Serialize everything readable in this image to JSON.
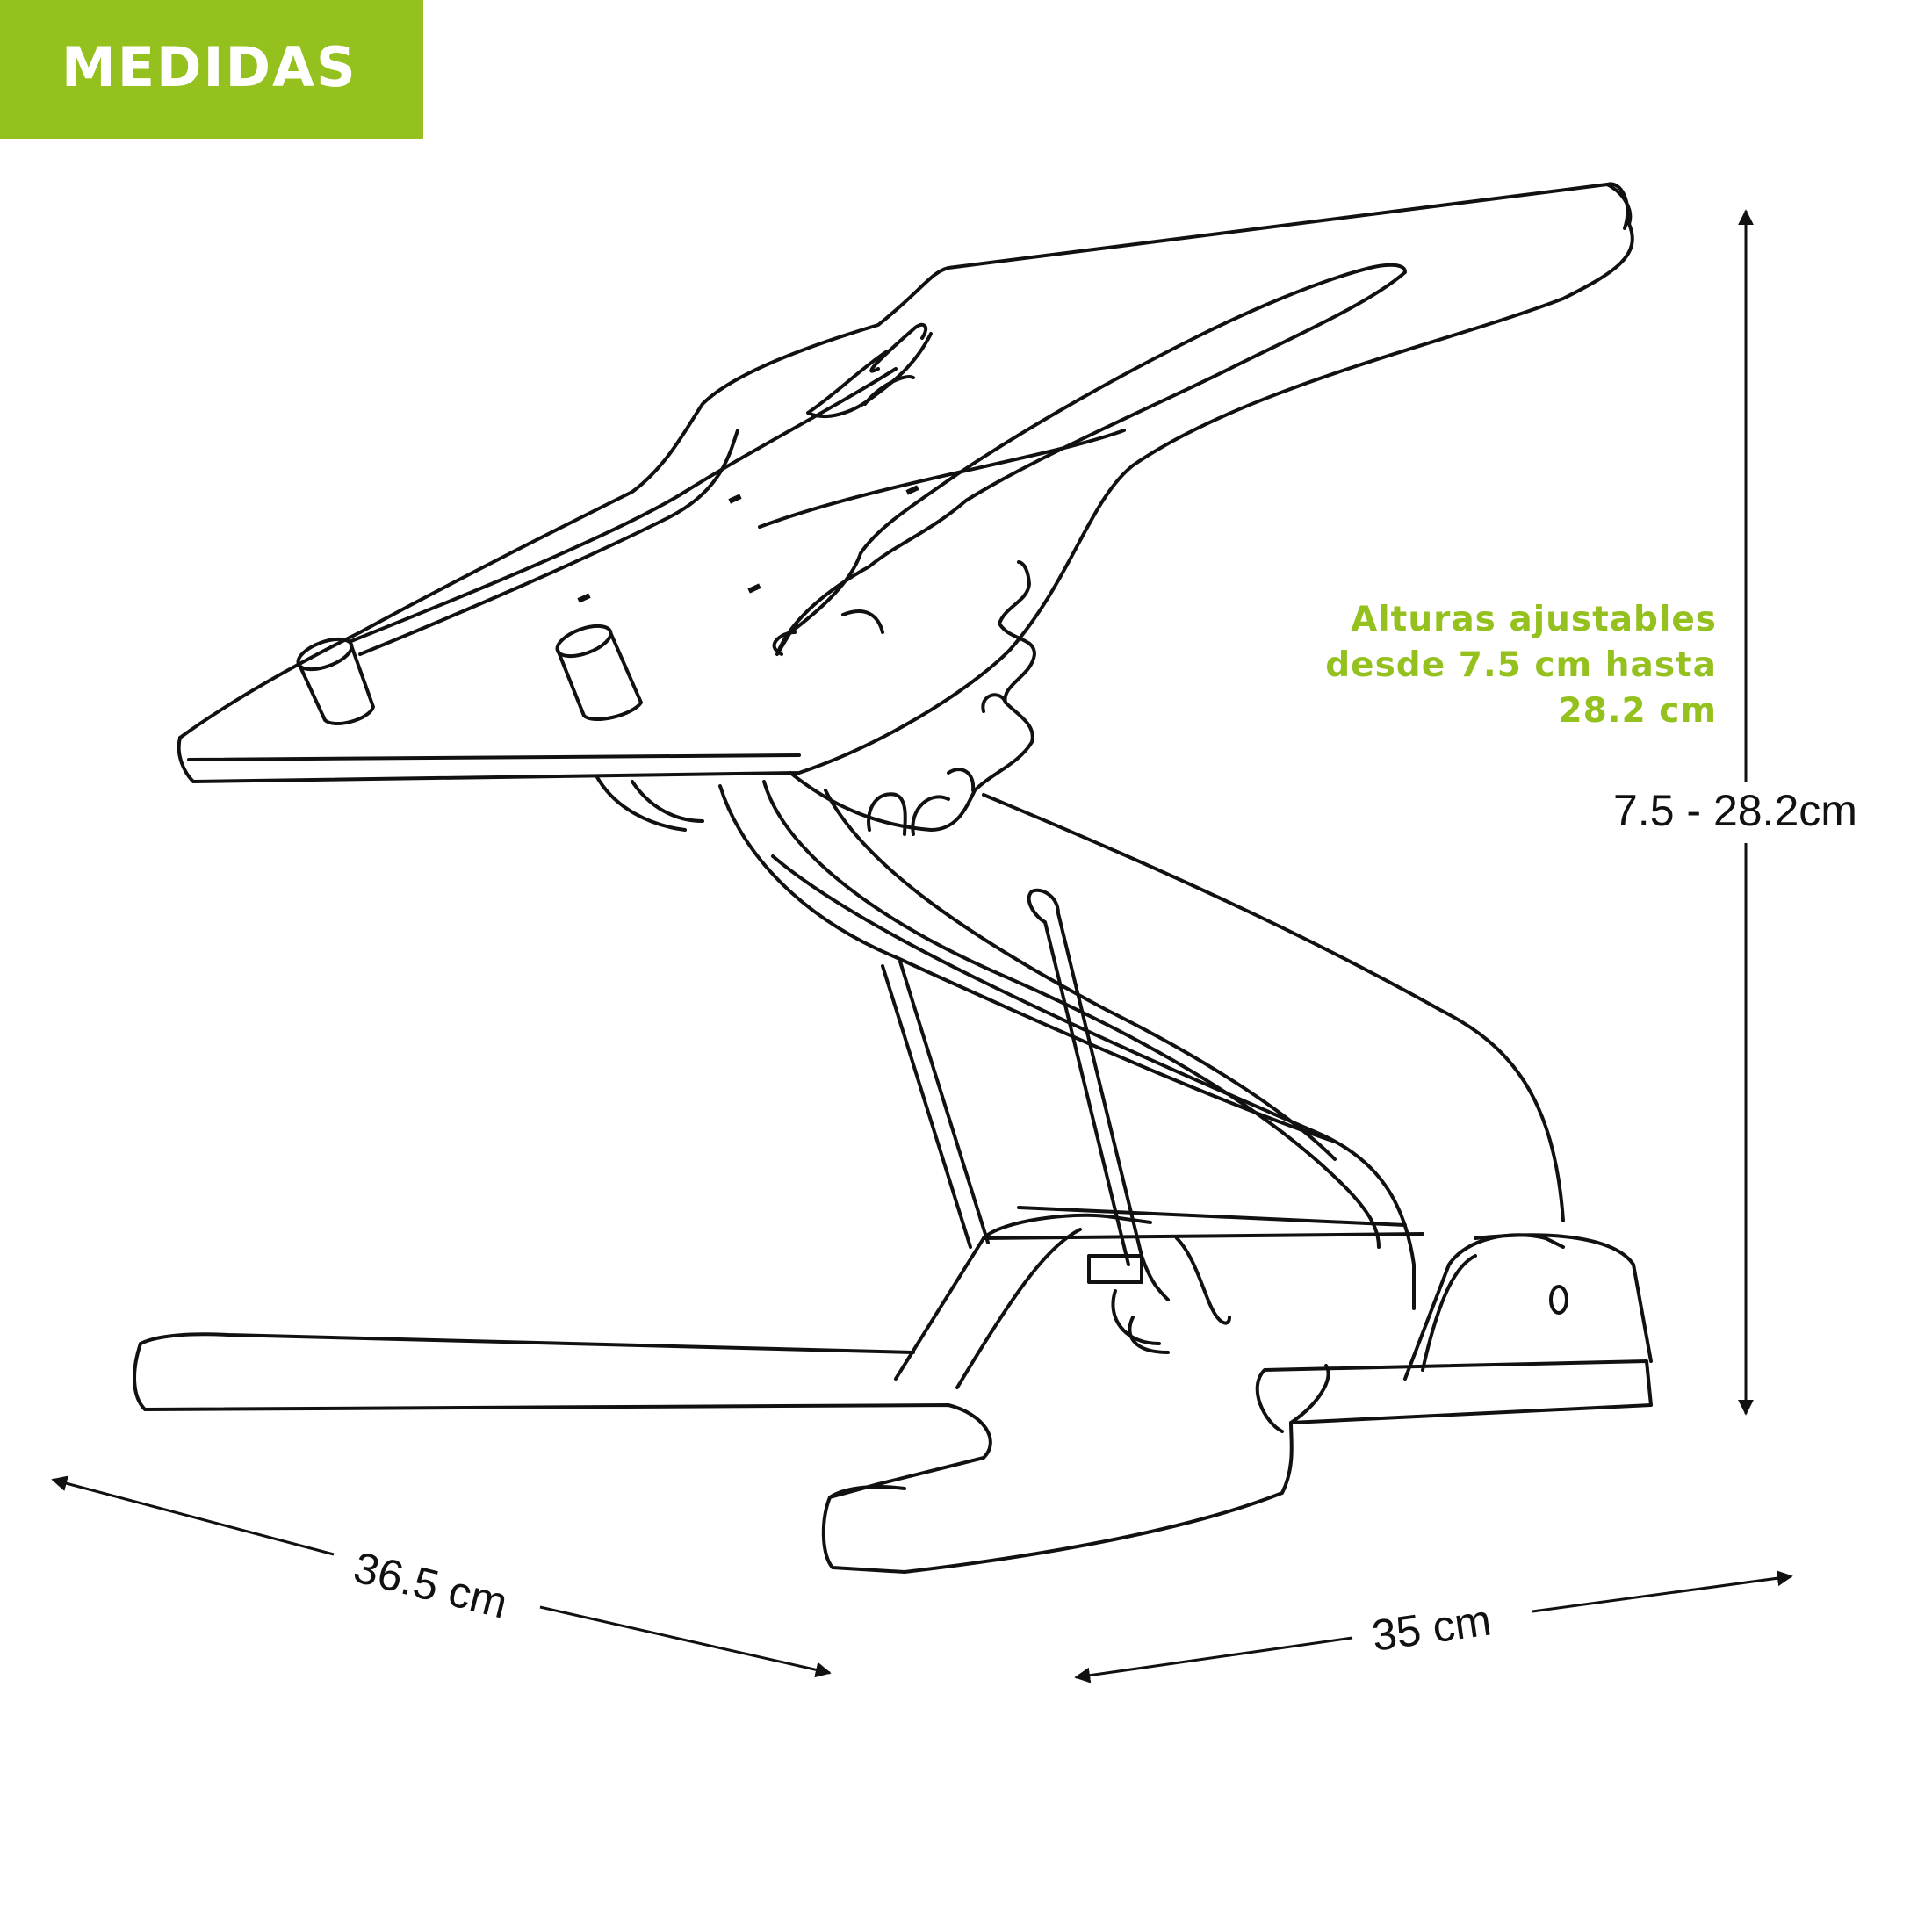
{
  "header": {
    "badge_label": "MEDIDAS"
  },
  "colors": {
    "accent": "#95c11f",
    "line": "#111111",
    "background": "#ffffff"
  },
  "callout": {
    "lines": [
      "Alturas ajustables",
      "desde 7.5 cm hasta",
      "28.2 cm"
    ]
  },
  "dimensions": {
    "height": "7.5 - 28.2cm",
    "depth": "36.5 cm",
    "width": "35 cm"
  }
}
